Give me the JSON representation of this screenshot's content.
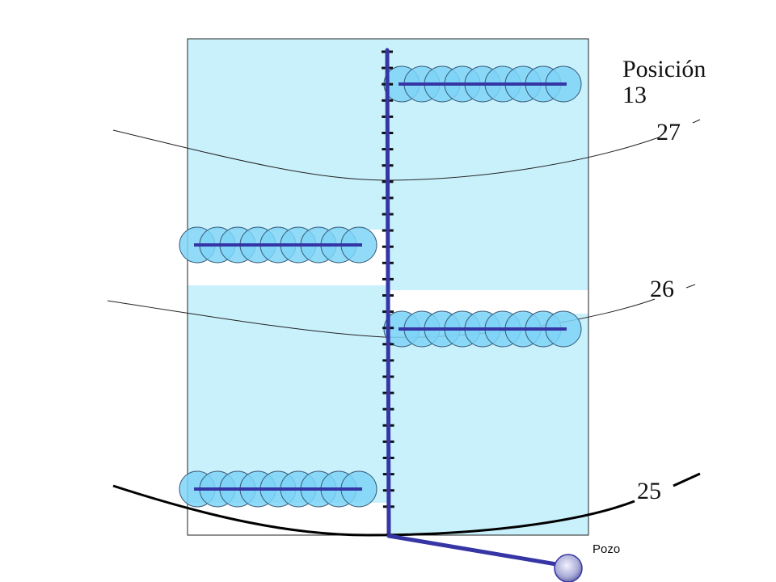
{
  "labels": {
    "position_line1": "Posición",
    "position_line2": "13",
    "contour_27": "27",
    "contour_26": "26",
    "contour_25": "25",
    "well": "Pozo"
  },
  "colors": {
    "panel_fill": "#c9f1fc",
    "frame": "#222222",
    "pipe": "#3535a5",
    "pipe_tick": "#111111",
    "drip_circle_fill": "#7ed4f7",
    "drip_circle_stroke": "#3a5d7a",
    "contour_thin": "#222222",
    "contour_thick": "#000000",
    "well_fill": "#a9abd6"
  },
  "icons": {
    "well": "well-circle-icon",
    "drip_emitter": "drip-circle-icon"
  }
}
